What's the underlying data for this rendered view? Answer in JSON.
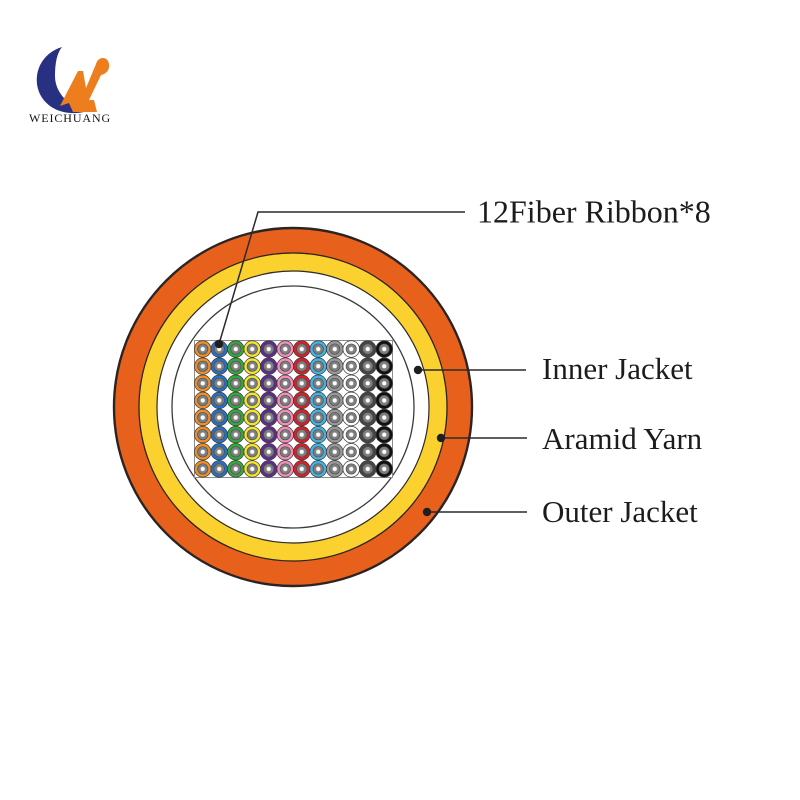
{
  "page": {
    "background": "#ffffff"
  },
  "logo": {
    "brand": "WEICHUANG",
    "colors": {
      "navy": "#283181",
      "orange": "#ee7d1e"
    }
  },
  "diagram": {
    "labels": {
      "ribbon": {
        "text": "12Fiber Ribbon*8"
      },
      "inner_jacket": {
        "text": "Inner Jacket"
      },
      "aramid_yarn": {
        "text": "Aramid Yarn"
      },
      "outer_jacket": {
        "text": "Outer Jacket"
      }
    },
    "layers": {
      "outer_jacket": {
        "name": "Outer Jacket",
        "color": "#e8611c"
      },
      "aramid_yarn": {
        "name": "Aramid Yarn",
        "color": "#fbd12f"
      },
      "inner_jacket": {
        "name": "Inner Jacket",
        "color": "#ffffff"
      }
    },
    "fiber_ribbon": {
      "label": "12Fiber Ribbon*8",
      "fibers_per_ribbon": 12,
      "ribbon_count": 8,
      "column_colors": [
        {
          "name": "orange",
          "hex": "#ef8f2b"
        },
        {
          "name": "blue",
          "hex": "#2a6fc0"
        },
        {
          "name": "green",
          "hex": "#33a93c"
        },
        {
          "name": "yellow",
          "hex": "#f5e52b"
        },
        {
          "name": "violet",
          "hex": "#5f2c8e"
        },
        {
          "name": "pink",
          "hex": "#f191b8"
        },
        {
          "name": "red",
          "hex": "#d6212a"
        },
        {
          "name": "aqua",
          "hex": "#41b4e5"
        },
        {
          "name": "gray",
          "hex": "#9a9a9a"
        },
        {
          "name": "white",
          "hex": "#ffffff"
        },
        {
          "name": "dark-gray",
          "hex": "#454545"
        },
        {
          "name": "black",
          "hex": "#101010"
        }
      ],
      "coating_gray": "#7e7e7e",
      "center_white": "#ffffff"
    }
  }
}
